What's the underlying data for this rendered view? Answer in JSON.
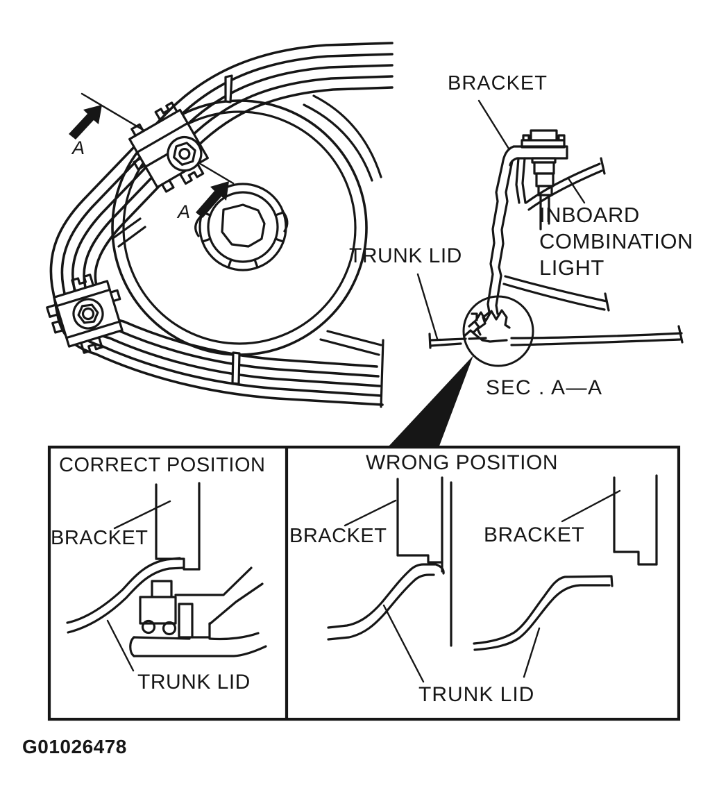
{
  "figure_code": "G01026478",
  "colors": {
    "ink": "#161616",
    "paper": "#ffffff"
  },
  "overview": {
    "arrow_a_top": "A",
    "arrow_a_mid": "A"
  },
  "section_view": {
    "caption": "SEC . A—A",
    "bracket_label": "BRACKET",
    "trunk_lid_label": "TRUNK LID",
    "light_label": "INBOARD COMBINATION LIGHT"
  },
  "comparison": {
    "correct": {
      "title": "CORRECT POSITION",
      "bracket_label": "BRACKET",
      "trunk_lid_label": "TRUNK LID"
    },
    "wrong": {
      "title": "WRONG POSITION",
      "bracket_label_left": "BRACKET",
      "bracket_label_right": "BRACKET",
      "trunk_lid_label": "TRUNK LID"
    }
  }
}
